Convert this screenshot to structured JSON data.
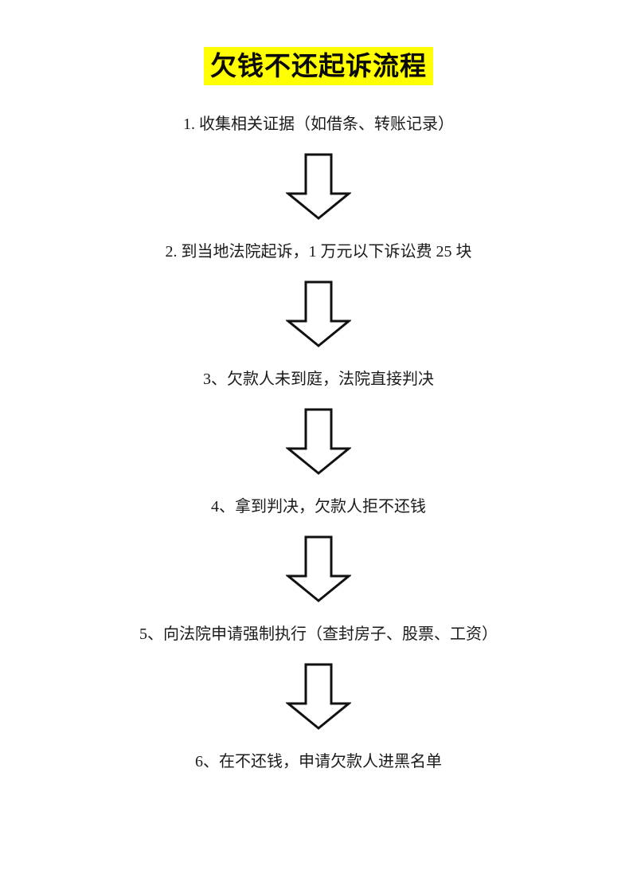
{
  "document": {
    "title": "欠钱不还起诉流程",
    "title_highlight_color": "#FFFF00",
    "title_text_color": "#0A0A0A",
    "background_color": "#FFFFFF",
    "body_text_color": "#1B1B1B",
    "arrow_stroke_color": "#111111",
    "arrow_fill_color": "#FFFFFF"
  },
  "flow": {
    "steps": [
      {
        "number": "1",
        "label": "1. 收集相关证据（如借条、转账记录）"
      },
      {
        "number": "2",
        "label": "2. 到当地法院起诉，1 万元以下诉讼费 25 块"
      },
      {
        "number": "3",
        "label": "3、欠款人未到庭，法院直接判决"
      },
      {
        "number": "4",
        "label": "4、拿到判决，欠款人拒不还钱"
      },
      {
        "number": "5",
        "label": "5、向法院申请强制执行（查封房子、股票、工资）"
      },
      {
        "number": "6",
        "label": "6、在不还钱，申请欠款人进黑名单"
      }
    ],
    "connector_icon": "down-arrow-icon",
    "connector_count": 5
  }
}
